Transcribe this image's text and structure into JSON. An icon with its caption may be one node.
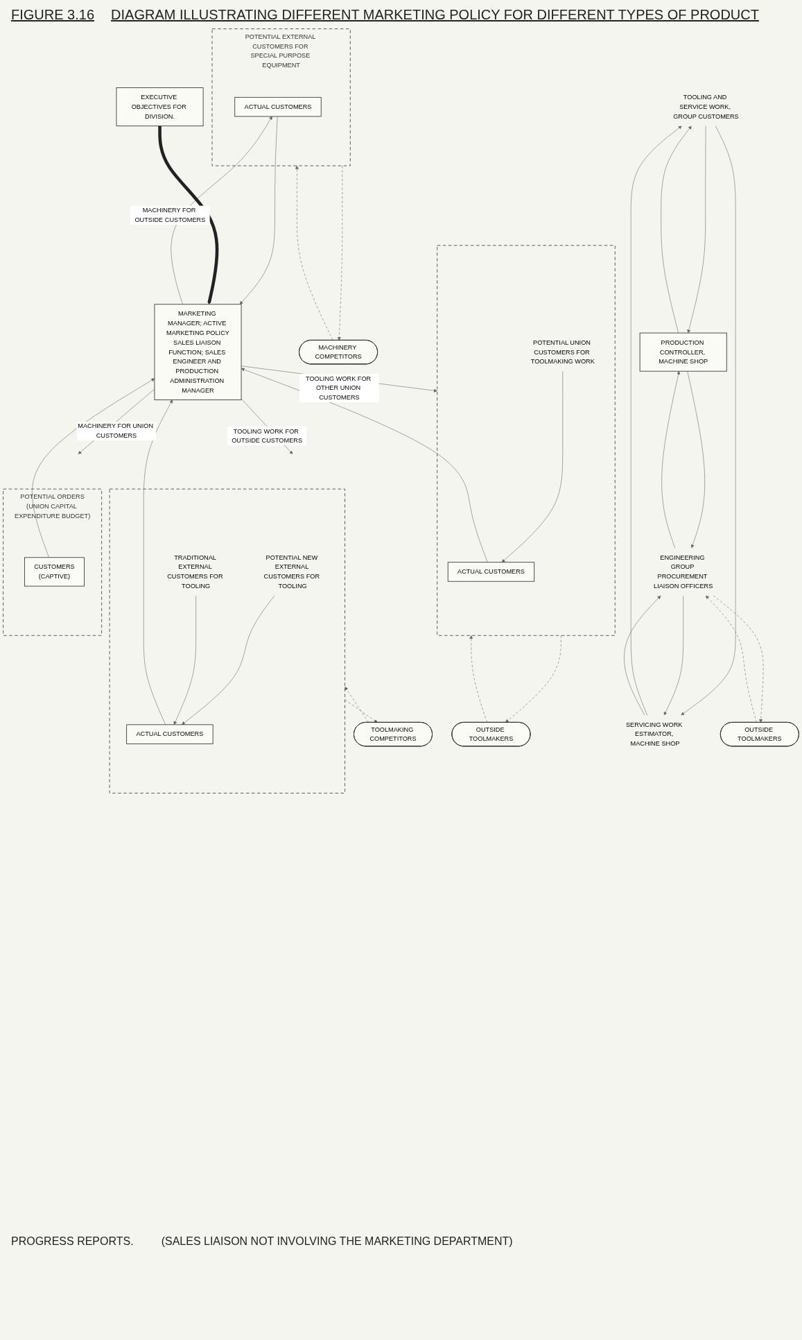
{
  "diagram": {
    "title": "DIAGRAM ILLUSTRATING DIFFERENT MARKETING POLICY FOR DIFFERENT TYPES OF PRODUCT",
    "nodes": [
      {
        "text": [
          "POTENTIAL EXTERNAL CUSTOMERS FOR SPECIAL PURPOSE EQUIPMENT"
        ]
      },
      {
        "text": [
          "ACTUAL CUSTOMERS"
        ],
        "in": 0
      },
      {
        "text": [
          "MACHINERY COMPETITORS"
        ]
      },
      {
        "text": [],
        "shape": "box"
      },
      {
        "text": [
          "POTENTIAL NEW EXTERNAL CUSTOMERS FOR TOOLING"
        ],
        "in": 3
      },
      {
        "text": [
          "ACTUAL CUSTOMERS"
        ],
        "in": 3
      },
      {
        "text": [
          "TRADITIONAL EXTERNAL CUSTOMERS FOR TOOLING"
        ],
        "in": 3
      },
      {
        "text": [
          "TOOLMAKING COMPETITORS"
        ]
      },
      {
        "text": [
          "OUTSIDE TOOLMAKERS"
        ]
      },
      {
        "text": [],
        "shape": "box"
      },
      {
        "text": [
          "ACTUAL CUSTOMERS"
        ],
        "in": 9
      },
      {
        "text": [
          "POTENTIAL UNION CUSTOMERS FOR TOOLMAKING WORK"
        ],
        "in": 9
      },
      {
        "text": [
          "EXECUTIVE OBJECTIVES FOR DIVISION."
        ]
      },
      {
        "text": [
          "MARKETING MANAGER; ACTIVE MARKETING POLICY",
          "SALES LIAISON FUNCTION; SALES ENGINEER AND PRODUCTION ADMINISTRATION MANAGER"
        ]
      },
      {
        "text": [
          "POTENTIAL ORDERS",
          "(UNION CAPITAL EXPENDITURE BUDGET)"
        ]
      },
      {
        "text": [
          "CUSTOMERS",
          "(CAPTIVE)"
        ],
        "in": 14
      },
      {
        "text": [
          "TOOLING AND SERVICE WORK, GROUP CUSTOMERS"
        ]
      },
      {
        "text": [
          "PRODUCTION CONTROLLER, MACHINE SHOP"
        ]
      },
      {
        "text": [
          "SERVICING WORK ESTIMATOR, MACHINE SHOP"
        ]
      },
      {
        "text": [
          "ENGINEERING GROUP PROCUREMENT LIAISON OFFICERS"
        ]
      },
      {
        "text": [
          "OUTSIDE TOOLMAKERS"
        ]
      }
    ],
    "edges": [
      {
        "from": 0,
        "to": 2,
        "arrow": "to",
        "style": "dashed"
      },
      {
        "from": 2,
        "to": 0,
        "arrow": "to",
        "style": "dashed"
      },
      {
        "from": 3,
        "to": 7,
        "arrow": "to",
        "style": "dashed"
      },
      {
        "from": 7,
        "to": 3,
        "arrow": "to",
        "style": "dashed"
      },
      {
        "from": 9,
        "to": 8,
        "arrow": "to",
        "style": "dashed"
      },
      {
        "from": 8,
        "to": 9,
        "arrow": "to",
        "style": "dashed"
      },
      {
        "from": 4,
        "to": 5,
        "arrow": "to"
      },
      {
        "from": 6,
        "to": 5,
        "arrow": "to"
      },
      {
        "from": 11,
        "to": 10,
        "arrow": "to"
      },
      {
        "from": 1,
        "to": 13,
        "arrow": "to"
      },
      {
        "from": 13,
        "to": 1,
        "arrow": "to",
        "label": "MACHINERY FOR OUTSIDE CUSTOMERS"
      },
      {
        "from": 13,
        "to": 3,
        "arrow": "to",
        "label": "TOOLING WORK FOR OUTSIDE CUSTOMERS"
      },
      {
        "from": 5,
        "to": 13,
        "arrow": "to"
      },
      {
        "from": 13,
        "to": 9,
        "arrow": "to",
        "label": "TOOLING WORK FOR OTHER UNION CUSTOMERS"
      },
      {
        "from": 10,
        "to": 13,
        "arrow": "to"
      },
      {
        "from": 12,
        "to": 13,
        "arrow": "to",
        "style": "thick"
      },
      {
        "from": 13,
        "to": 14,
        "arrow": "to",
        "label": "MACHINERY FOR UNION CUSTOMERS"
      },
      {
        "from": 15,
        "to": 13,
        "arrow": "to"
      },
      {
        "from": 16,
        "to": 17,
        "arrow": "to"
      },
      {
        "from": 17,
        "to": 16,
        "arrow": "to"
      },
      {
        "from": 16,
        "to": 18,
        "arrow": "to"
      },
      {
        "from": 18,
        "to": 16,
        "arrow": "to"
      },
      {
        "from": 17,
        "to": 19,
        "arrow": "to"
      },
      {
        "from": 19,
        "to": 17,
        "arrow": "to"
      },
      {
        "from": 18,
        "to": 19,
        "arrow": "to"
      },
      {
        "from": 19,
        "to": 18,
        "arrow": "to"
      },
      {
        "from": 19,
        "to": 20,
        "arrow": "to",
        "style": "dashed"
      },
      {
        "from": 20,
        "to": 19,
        "arrow": "to",
        "style": "dashed"
      }
    ],
    "labels": [
      "FIGURE 3.16",
      "PROGRESS REPORTS.",
      "(SALES LIAISON NOT INVOLVING THE MARKETING DEPARTMENT)"
    ]
  }
}
